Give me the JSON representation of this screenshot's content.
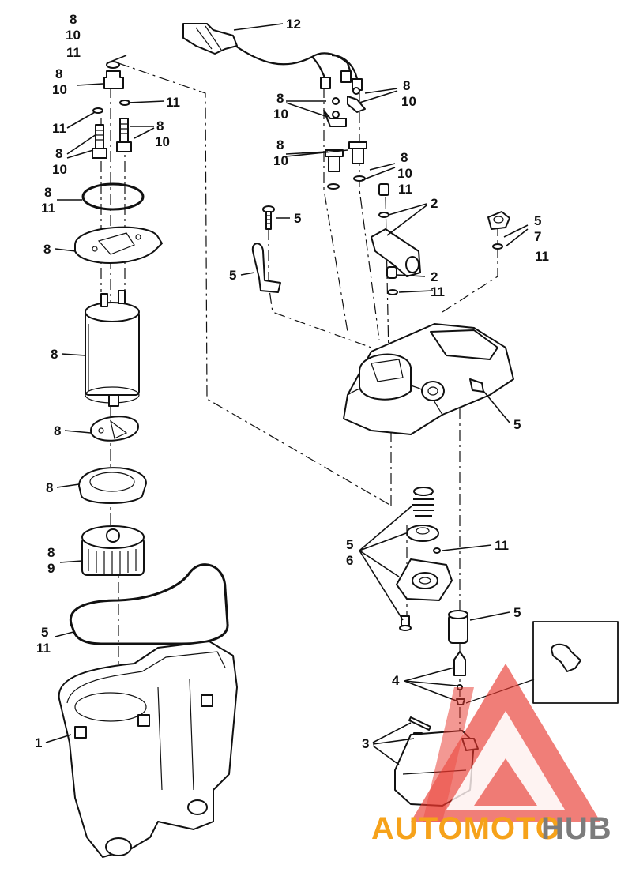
{
  "diagram": {
    "callouts": {
      "c12": "12",
      "c8_top_a": "8",
      "c10_top_a": "10",
      "c11_top_a": "11",
      "c8_top_b": "8",
      "c10_top_b": "10",
      "c11_left_a": "11",
      "c11_left_b": "11",
      "c8_left_c": "8",
      "c10_left_c": "10",
      "c8_left_d": "8",
      "c10_left_d": "10",
      "c8_ring": "8",
      "c11_ring": "11",
      "c8_plate": "8",
      "c8_pump": "8",
      "c8_clip": "8",
      "c8_retainer": "8",
      "c8_filter": "8",
      "c9_filter": "9",
      "c5_gasket": "5",
      "c11_gasket": "11",
      "c1_tank": "1",
      "c8_conn_r": "8",
      "c10_conn_r": "10",
      "c8_conn_l": "8",
      "c10_conn_l": "10",
      "c8_sender_l": "8",
      "c10_sender_l": "10",
      "c8_sender_r": "8",
      "c10_sender_r": "10",
      "c11_sender_r": "11",
      "c5_screw": "5",
      "c2_fitting": "2",
      "c5_cap": "5",
      "c7_cap": "7",
      "c11_cap": "11",
      "c5_bracket": "5",
      "c2_plug": "2",
      "c11_plug": "11",
      "c5_cover": "5",
      "c5_valve": "5",
      "c6_valve": "6",
      "c11_valve": "11",
      "c5_float": "5",
      "c4_needle": "4",
      "c3_float": "3"
    },
    "watermark": {
      "brand_a": "AUTOMOTO",
      "brand_b": "HUB"
    },
    "colors": {
      "watermark_red": "#e8362c",
      "watermark_orange": "#f6a21a",
      "watermark_gray": "#7c7c7c",
      "line": "#111111"
    }
  }
}
